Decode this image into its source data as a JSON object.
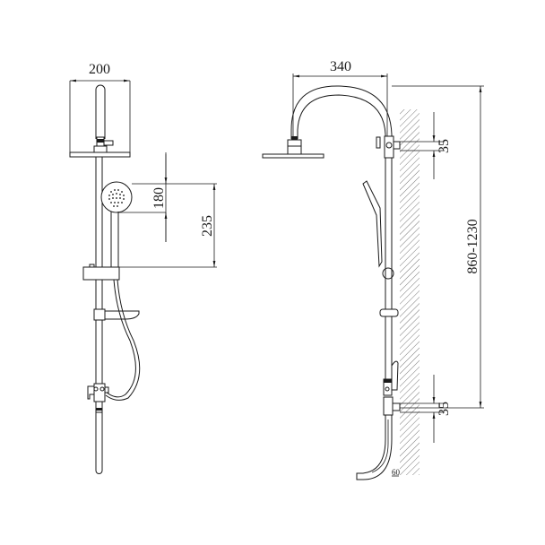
{
  "drawing": {
    "front_view": {
      "dimensions": {
        "head_width": "200",
        "hand_shower_height": "180",
        "hand_shower_to_slider": "235"
      }
    },
    "side_view": {
      "dimensions": {
        "arm_reach": "340",
        "top_inlet_offset": "35",
        "height_range": "860-1230",
        "bottom_inlet_offset": "35",
        "spout_clearance": "60"
      }
    },
    "colors": {
      "line": "#1a1a1a",
      "background": "#ffffff",
      "wall_hatch": "#555555"
    }
  }
}
